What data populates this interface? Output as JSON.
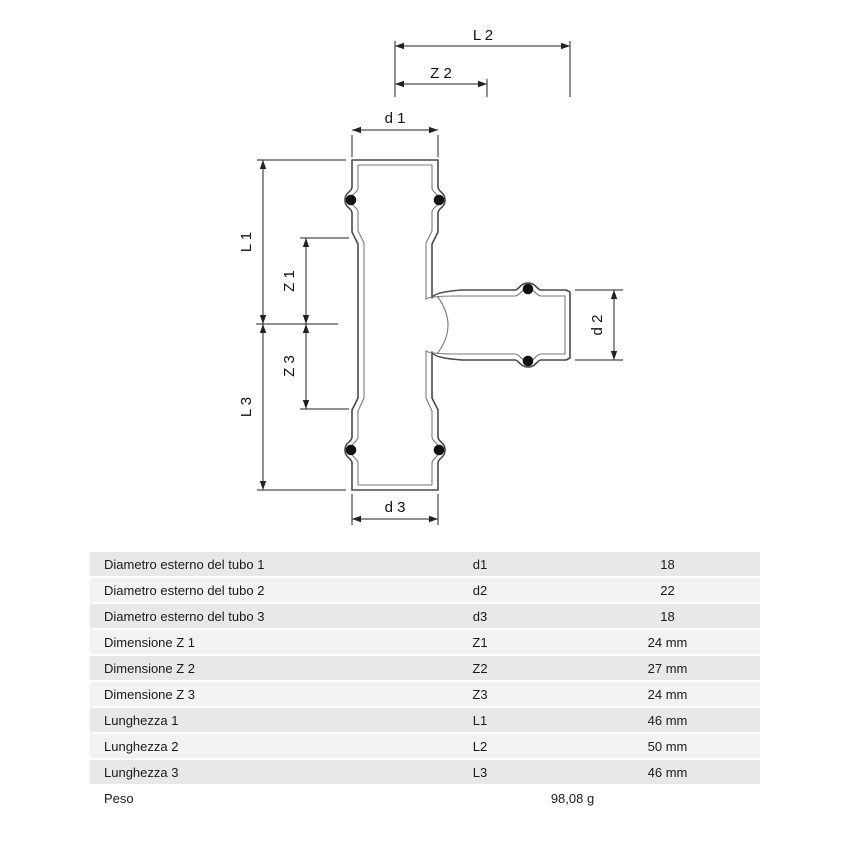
{
  "diagram": {
    "labels": {
      "L2": "L 2",
      "Z2": "Z 2",
      "d1": "d 1",
      "L1": "L 1",
      "Z1": "Z 1",
      "Z3": "Z 3",
      "L3": "L 3",
      "d2": "d 2",
      "d3": "d 3"
    }
  },
  "table": {
    "rows": [
      {
        "label": "Diametro esterno del tubo 1",
        "symbol": "d1",
        "value": "18"
      },
      {
        "label": "Diametro esterno del tubo 2",
        "symbol": "d2",
        "value": "22"
      },
      {
        "label": "Diametro esterno del tubo 3",
        "symbol": "d3",
        "value": "18"
      },
      {
        "label": "Dimensione Z 1",
        "symbol": "Z1",
        "value": "24 mm"
      },
      {
        "label": "Dimensione Z 2",
        "symbol": "Z2",
        "value": "27 mm"
      },
      {
        "label": "Dimensione Z 3",
        "symbol": "Z3",
        "value": "24 mm"
      },
      {
        "label": "Lunghezza 1",
        "symbol": "L1",
        "value": "46 mm"
      },
      {
        "label": "Lunghezza 2",
        "symbol": "L2",
        "value": "50 mm"
      },
      {
        "label": "Lunghezza 3",
        "symbol": "L3",
        "value": "46 mm"
      }
    ],
    "weight_row": {
      "label": "Peso",
      "value": "98,08 g"
    }
  }
}
